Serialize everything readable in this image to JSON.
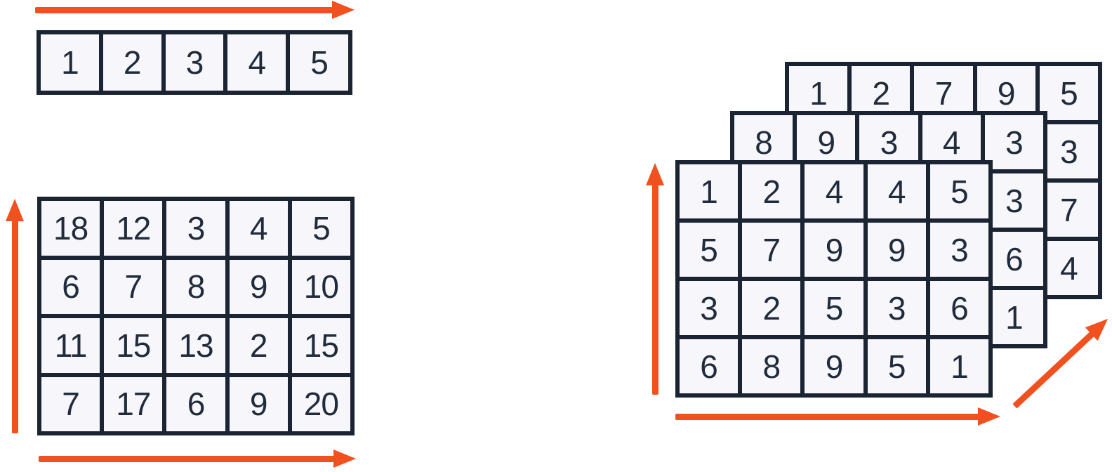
{
  "colors": {
    "arrow": "#F0511F",
    "grid_border": "#1B2433",
    "cell_fill": "#F7F7FB",
    "digit": "#202B3C",
    "background": "#FFFFFF"
  },
  "array_1d": {
    "values": [
      "1",
      "2",
      "3",
      "4",
      "5"
    ]
  },
  "matrix_2d": {
    "rows": [
      [
        "18",
        "12",
        "3",
        "4",
        "5"
      ],
      [
        "6",
        "7",
        "8",
        "9",
        "10"
      ],
      [
        "11",
        "15",
        "13",
        "2",
        "15"
      ],
      [
        "7",
        "17",
        "6",
        "9",
        "20"
      ]
    ]
  },
  "tensor_3d": {
    "back_layer": {
      "top_row": [
        "1",
        "2",
        "7",
        "9",
        "5"
      ],
      "right_column": [
        "5",
        "3",
        "7",
        "4"
      ]
    },
    "middle_layer": {
      "top_row": [
        "8",
        "9",
        "3",
        "4",
        "3"
      ],
      "right_column": [
        "3",
        "3",
        "6",
        "1"
      ]
    },
    "front_layer": {
      "rows": [
        [
          "1",
          "2",
          "4",
          "4",
          "5"
        ],
        [
          "5",
          "7",
          "9",
          "9",
          "3"
        ],
        [
          "3",
          "2",
          "5",
          "3",
          "6"
        ],
        [
          "6",
          "8",
          "9",
          "5",
          "1"
        ]
      ]
    }
  },
  "icons": {
    "array_1d_axis": "arrow-right",
    "matrix_2d_y_axis": "arrow-up",
    "matrix_2d_x_axis": "arrow-right",
    "tensor_3d_y_axis": "arrow-up",
    "tensor_3d_x_axis": "arrow-right",
    "tensor_3d_depth_axis": "arrow-up-right-diagonal"
  }
}
